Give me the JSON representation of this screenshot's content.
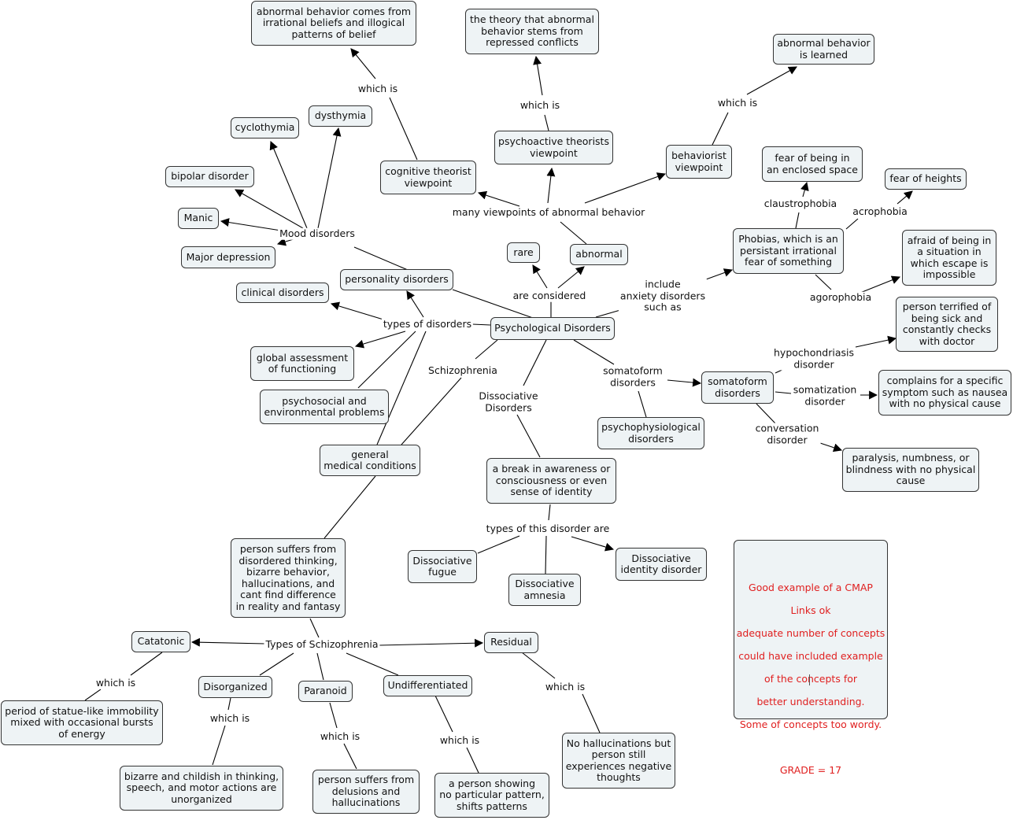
{
  "colors": {
    "node_fill": "#eef3f5",
    "node_border": "#333333",
    "note_text": "#e02020",
    "link": "#000000"
  },
  "concepts": {
    "psychological_disorders": "Psychological Disorders",
    "viewpoints": "many viewpoints of abnormal behavior",
    "cognitive": "cognitive theorist\nviewpoint",
    "irrational": "abnormal behavior comes from\nirrational beliefs and illogical\npatterns of belief",
    "psychoactive": "psychoactive theorists\nviewpoint",
    "repressed": "the theory that abnormal\nbehavior stems from\nrepressed conflicts",
    "behaviorist": "behaviorist\nviewpoint",
    "learned": "abnormal behavior\nis learned",
    "rare": "rare",
    "abnormal": "abnormal",
    "personality": "personality disorders",
    "mood": "Mood disorders",
    "cyclothymia": "cyclothymia",
    "dysthymia": "dysthymia",
    "bipolar": "bipolar disorder",
    "manic": "Manic",
    "major_depression": "Major depression",
    "clinical": "clinical disorders",
    "gaf": "global assessment\nof functioning",
    "psychosocial": "psychosocial and\nenvironmental problems",
    "general_medical": "general\nmedical conditions",
    "schizophrenia": "Schizophrenia",
    "schizo_def": "person suffers from\ndisordered thinking,\nbizarre behavior,\nhallucinations, and\ncant find difference\nin reality and fantasy",
    "types_schizo": "Types of Schizophrenia",
    "catatonic": "Catatonic",
    "catatonic_def": "period of statue-like immobility\nmixed with occasional bursts\nof energy",
    "disorganized": "Disorganized",
    "disorganized_def": "bizarre and childish in thinking,\nspeech, and  motor actions are\nunorganized",
    "paranoid": "Paranoid",
    "paranoid_def": "person suffers from\ndelusions and\nhallucinations",
    "undifferentiated": "Undifferentiated",
    "undiff_def": "a person showing\nno particular pattern,\nshifts patterns",
    "residual": "Residual",
    "residual_def": "No hallucinations but\nperson still\nexperiences negative\nthoughts",
    "dissociative": "Dissociative\nDisorders",
    "break": "a break in awareness or\nconsciousness or even\nsense of identity",
    "fugue": "Dissociative\nfugue",
    "amnesia": "Dissociative\namnesia",
    "identity": "Dissociative\nidentity disorder",
    "somatoform_lbl": "somatoform\ndisorders",
    "somatoform": "somatoform\ndisorders",
    "psychophysiological": "psychophysiological\ndisorders",
    "hypochondriasis": "hypochondriasis\ndisorder",
    "terrified": "person terrified of\nbeing sick and\nconstantly checks\nwith doctor",
    "somatization": "somatization\ndisorder",
    "complains": "complains for a specific\nsymptom such as nausea\nwith no physical cause",
    "conversion": "conversation\ndisorder",
    "paralysis": "paralysis, numbness, or\nblindness with no physical\ncause",
    "phobias": "Phobias, which is an\npersistant irrational\nfear of something",
    "claustrophobia": "claustrophobia",
    "enclosed": "fear of being in\nan enclosed space",
    "acrophobia": "acrophobia",
    "heights": "fear of heights",
    "agoraphobia": "agorophobia",
    "afraid": "afraid of being in\na situation in\nwhich escape is\nimpossible"
  },
  "link_labels": {
    "which_is": "which is",
    "are_considered": "are considered",
    "types_of_disorders": "types of disorders",
    "include_anxiety": "include\nanxiety disorders\nsuch as",
    "types_of_this": "types of this disorder are"
  },
  "note": {
    "lines": [
      "Good example of a CMAP",
      "Links ok",
      "adequate number of concepts",
      "could have included example",
      "of the concepts for",
      "better understanding.",
      "Some of concepts too wordy.",
      "",
      "GRADE = 17"
    ]
  }
}
